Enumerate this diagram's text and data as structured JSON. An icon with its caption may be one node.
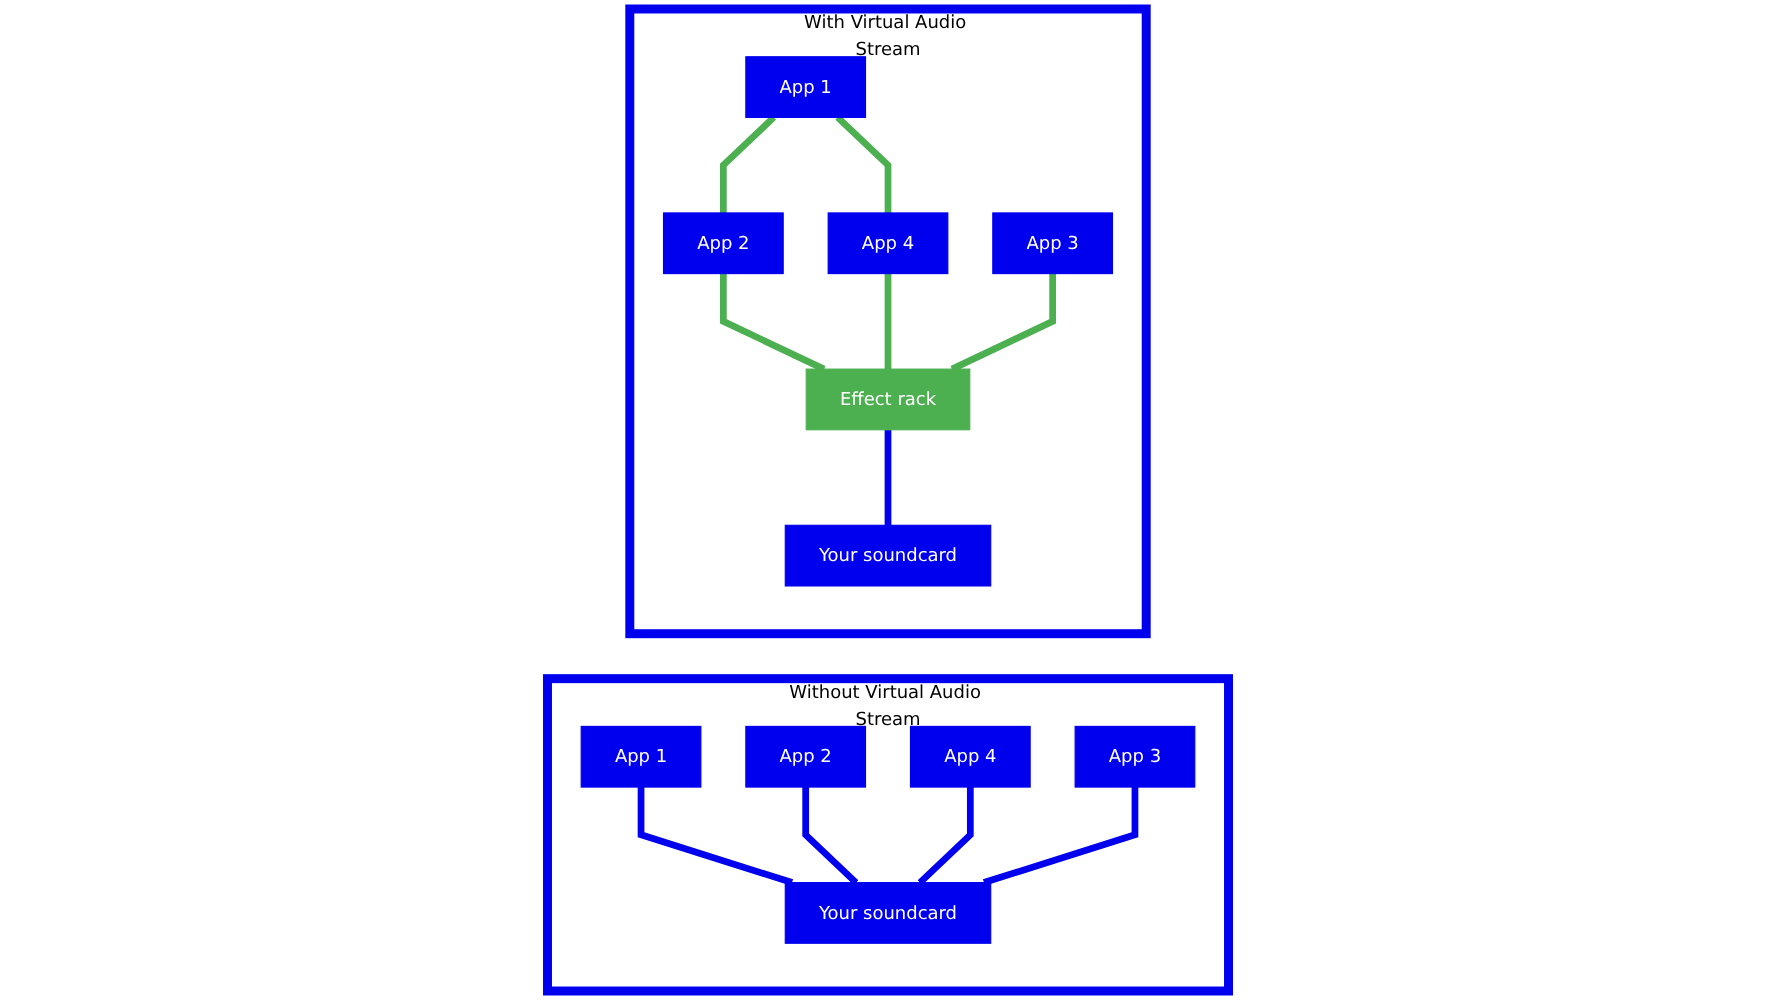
{
  "diagram": {
    "nodes": [
      {
        "text": [
          "Without Virtual Audio Stream"
        ]
      },
      {
        "text": [
          "App 1"
        ],
        "in": 0
      },
      {
        "text": [
          "App 2"
        ],
        "in": 0
      },
      {
        "text": [
          "App 4"
        ],
        "in": 0
      },
      {
        "text": [
          "App 3"
        ],
        "in": 0
      },
      {
        "text": [
          "Your soundcard"
        ],
        "in": 0
      },
      {
        "text": [
          "With Virtual Audio Stream"
        ]
      },
      {
        "text": [
          "App 1"
        ],
        "in": 6
      },
      {
        "text": [
          "App 2"
        ],
        "in": 6
      },
      {
        "text": [
          "App 4"
        ],
        "in": 6
      },
      {
        "text": [
          "App 3"
        ],
        "in": 6
      },
      {
        "text": [
          "Effect rack"
        ],
        "in": 6
      },
      {
        "text": [
          "Your soundcard"
        ],
        "in": 6
      }
    ],
    "edges": [
      {
        "from": 1,
        "to": 5,
        "arrow": "none",
        "color": "#0000ee"
      },
      {
        "from": 2,
        "to": 5,
        "arrow": "none",
        "color": "#0000ee"
      },
      {
        "from": 3,
        "to": 5,
        "arrow": "none",
        "color": "#0000ee"
      },
      {
        "from": 4,
        "to": 5,
        "arrow": "none",
        "color": "#0000ee"
      },
      {
        "from": 7,
        "to": 8,
        "arrow": "none",
        "color": "#4caf50"
      },
      {
        "from": 7,
        "to": 9,
        "arrow": "none",
        "color": "#4caf50"
      },
      {
        "from": 8,
        "to": 11,
        "arrow": "none",
        "color": "#4caf50"
      },
      {
        "from": 9,
        "to": 11,
        "arrow": "none",
        "color": "#4caf50"
      },
      {
        "from": 10,
        "to": 11,
        "arrow": "none",
        "color": "#4caf50"
      },
      {
        "from": 11,
        "to": 12,
        "arrow": "none",
        "color": "#0000ee"
      }
    ]
  }
}
